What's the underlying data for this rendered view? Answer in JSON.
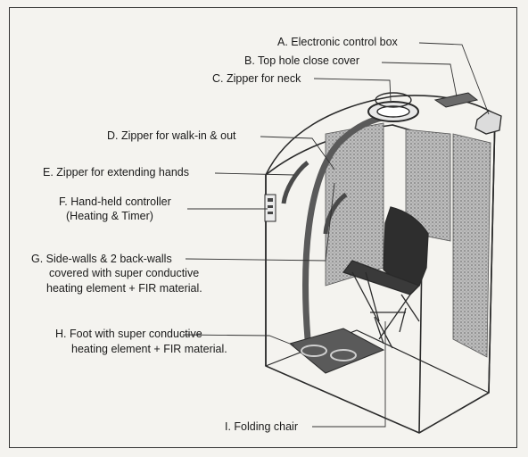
{
  "labels": {
    "a": "A. Electronic control box",
    "b": "B. Top hole close cover",
    "c": "C. Zipper for neck",
    "d": "D. Zipper for walk-in & out",
    "e": "E. Zipper for extending hands",
    "f1": "F. Hand-held controller",
    "f2": "(Heating & Timer)",
    "g1": "G. Side-walls & 2 back-walls",
    "g2": "covered with super conductive",
    "g3": "heating element + FIR material.",
    "h1": "H. Foot with super conductive",
    "h2": "heating element + FIR material.",
    "i": "I. Folding chair"
  },
  "colors": {
    "line": "#2a2a2a",
    "panel": "#a8a8a8",
    "pad": "#5a5a5a"
  }
}
